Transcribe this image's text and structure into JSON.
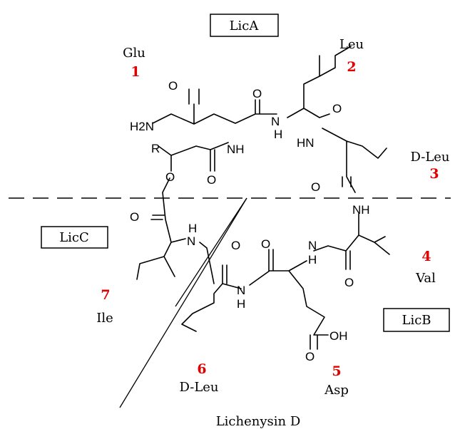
{
  "title": "Lichenysin D",
  "colors": {
    "number": "#e00000",
    "ink": "#000000",
    "background": "#ffffff"
  },
  "domains": [
    {
      "id": "a",
      "label": "LicA"
    },
    {
      "id": "b",
      "label": "LicB"
    },
    {
      "id": "c",
      "label": "LicC"
    }
  ],
  "residues": [
    {
      "id": "r1",
      "number": "1",
      "name": "Glu"
    },
    {
      "id": "r2",
      "number": "2",
      "name": "Leu"
    },
    {
      "id": "r3",
      "number": "3",
      "name": "D-Leu"
    },
    {
      "id": "r4",
      "number": "4",
      "name": "Val"
    },
    {
      "id": "r5",
      "number": "5",
      "name": "Asp"
    },
    {
      "id": "r6",
      "number": "6",
      "name": "D-Leu"
    },
    {
      "id": "r7",
      "number": "7",
      "name": "Ile"
    }
  ],
  "atoms": {
    "amide_nh2": "H2N",
    "nh": "NH",
    "hn": "HN",
    "n": "N",
    "h": "H",
    "o": "O",
    "r": "R",
    "oh": "OH"
  }
}
